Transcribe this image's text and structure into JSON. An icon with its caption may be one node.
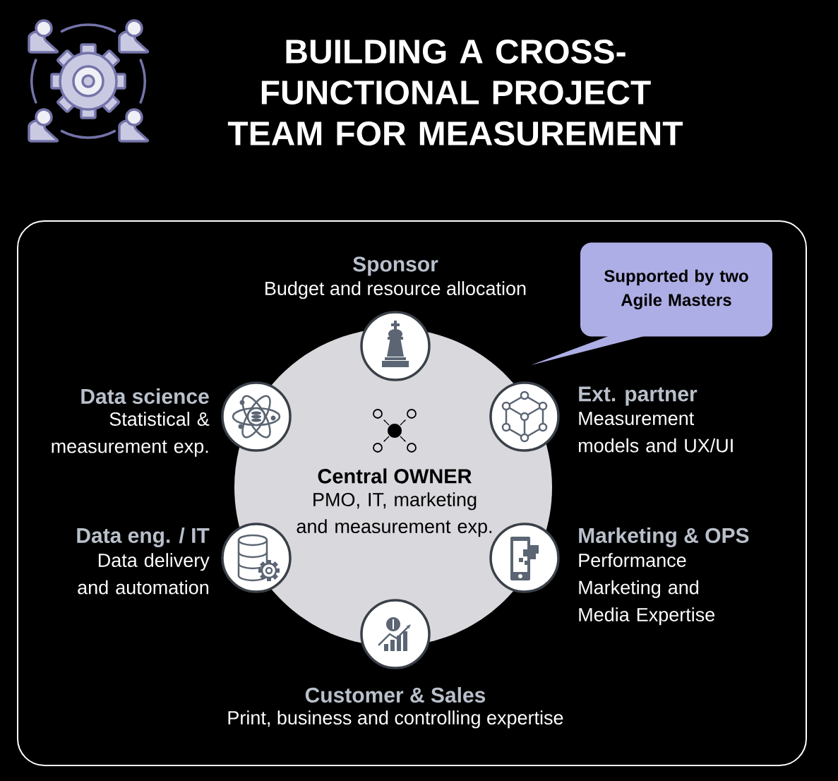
{
  "diagram": {
    "title": "BUILDING A CROSS-FUNCTIONAL PROJECT TEAM FOR MEASUREMENT",
    "nodes": [
      {
        "text": [
          "Central OWNER",
          "PMO, IT, marketing and measurement exp."
        ]
      },
      {
        "text": [],
        "shape": "circle",
        "beside": [
          "Sponsor",
          "Budget and resource allocation"
        ]
      },
      {
        "text": [],
        "shape": "circle",
        "beside": [
          "Data science",
          "Statistical & measurement exp."
        ]
      },
      {
        "text": [],
        "shape": "circle",
        "beside": [
          "Ext. partner",
          "Measurement models and UX/UI"
        ]
      },
      {
        "text": [],
        "shape": "circle",
        "beside": [
          "Data eng. / IT",
          "Data delivery and automation"
        ]
      },
      {
        "text": [],
        "shape": "circle",
        "beside": [
          "Marketing & OPS",
          "Performance Marketing and Media Expertise"
        ]
      },
      {
        "text": [],
        "shape": "circle",
        "beside": [
          "Customer & Sales",
          "Print, business and controlling expertise"
        ]
      },
      {
        "text": [
          "Supported by two Agile Masters"
        ]
      }
    ]
  }
}
